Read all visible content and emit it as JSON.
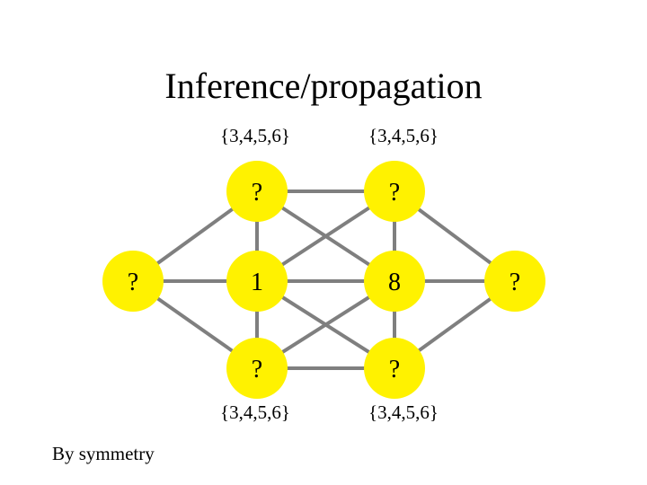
{
  "title": "Inference/propagation",
  "footnote": "By symmetry",
  "colors": {
    "node_fill": "#FFF200",
    "edge": "#7F7F7F",
    "text": "#000000"
  },
  "domain_labels": {
    "top_left": "{3,4,5,6}",
    "top_right": "{3,4,5,6}",
    "bottom_left": "{3,4,5,6}",
    "bottom_right": "{3,4,5,6}"
  },
  "nodes": [
    {
      "id": "left",
      "label": "?"
    },
    {
      "id": "top-left",
      "label": "?"
    },
    {
      "id": "top-right",
      "label": "?"
    },
    {
      "id": "mid-left",
      "label": "1"
    },
    {
      "id": "mid-right",
      "label": "8"
    },
    {
      "id": "bottom-left",
      "label": "?"
    },
    {
      "id": "bottom-right",
      "label": "?"
    },
    {
      "id": "right",
      "label": "?"
    }
  ],
  "edges": [
    [
      "left",
      "top-left"
    ],
    [
      "left",
      "mid-left"
    ],
    [
      "left",
      "bottom-left"
    ],
    [
      "right",
      "top-right"
    ],
    [
      "right",
      "mid-right"
    ],
    [
      "right",
      "bottom-right"
    ],
    [
      "top-left",
      "top-right"
    ],
    [
      "mid-left",
      "mid-right"
    ],
    [
      "bottom-left",
      "bottom-right"
    ],
    [
      "top-left",
      "mid-left"
    ],
    [
      "mid-left",
      "bottom-left"
    ],
    [
      "top-right",
      "mid-right"
    ],
    [
      "mid-right",
      "bottom-right"
    ],
    [
      "top-left",
      "mid-right"
    ],
    [
      "mid-left",
      "top-right"
    ],
    [
      "mid-left",
      "bottom-right"
    ],
    [
      "bottom-left",
      "mid-right"
    ]
  ]
}
